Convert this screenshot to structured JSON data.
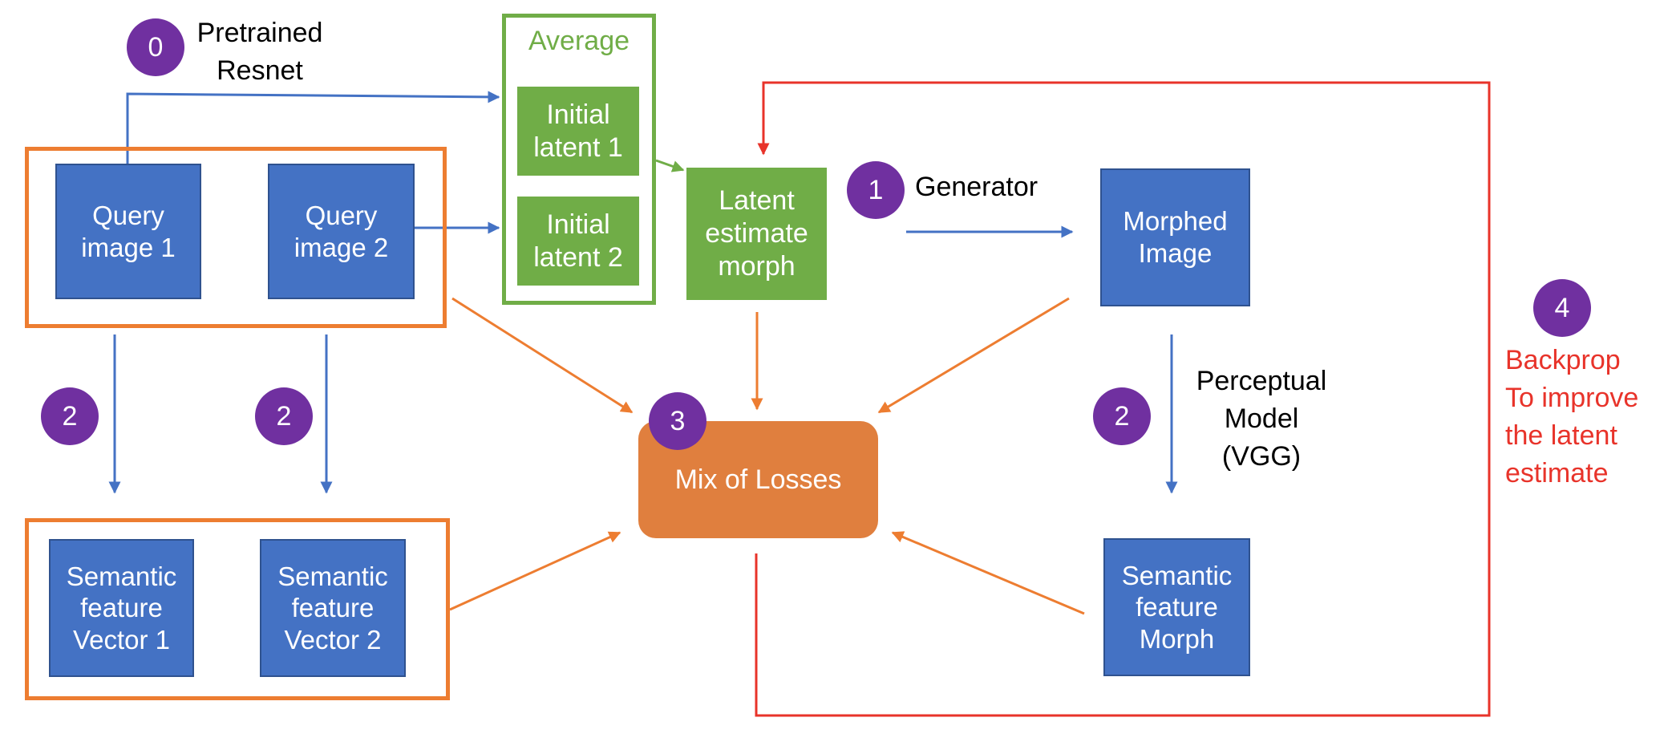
{
  "colors": {
    "blue_box": "#4472c4",
    "green_box": "#70ad47",
    "orange": "#ed7d31",
    "loss_box": "#e07f3e",
    "badge": "#7030a0",
    "backprop_red": "#e8332a",
    "arrow_blue": "#4472c4"
  },
  "badges": {
    "pretrained": "0",
    "generator": "1",
    "perceptual_left": "2",
    "perceptual_mid": "2",
    "perceptual_right": "2",
    "losses": "3",
    "backprop": "4"
  },
  "labels": {
    "pretrained_resnet": "Pretrained\nResnet",
    "average": "Average",
    "generator": "Generator",
    "perceptual_model": "Perceptual\nModel\n(VGG)",
    "backprop": "Backprop\nTo improve\nthe latent\nestimate"
  },
  "boxes": {
    "query_image_1": "Query\nimage 1",
    "query_image_2": "Query\nimage 2",
    "initial_latent_1": "Initial\nlatent 1",
    "initial_latent_2": "Initial\nlatent 2",
    "latent_estimate_morph": "Latent\nestimate\nmorph",
    "morphed_image": "Morphed\nImage",
    "semantic_vector_1": "Semantic\nfeature\nVector 1",
    "semantic_vector_2": "Semantic\nfeature\nVector 2",
    "semantic_morph": "Semantic\nfeature\nMorph",
    "mix_of_losses": "Mix of Losses"
  }
}
